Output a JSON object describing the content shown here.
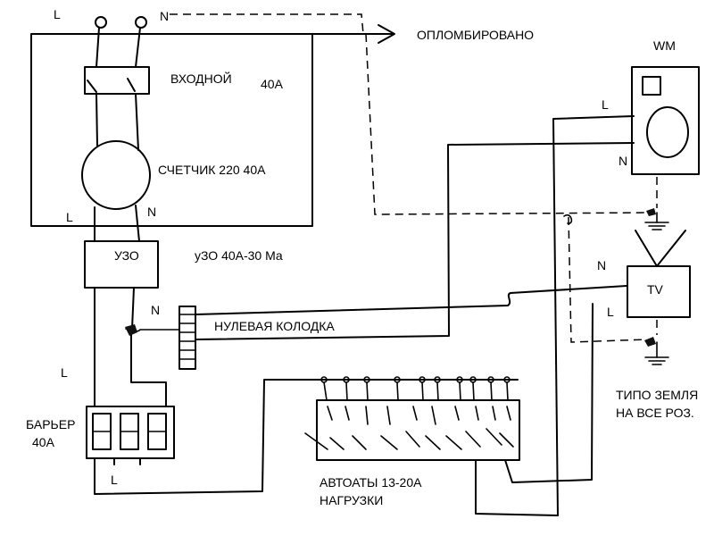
{
  "labels": {
    "top_l": "L",
    "top_n": "N",
    "sealed": "ОПЛОМБИРОВАНО",
    "input_switch": "ВХОДНОЙ",
    "input_rating": "40А",
    "meter": "СЧЕТЧИК 220 40А",
    "meter_l": "L",
    "meter_n": "N",
    "rcd_box": "УЗО",
    "rcd_spec": "уЗО 40А-30 Ма",
    "neutral_n": "N",
    "neutral_bar": "НУЛЕВАЯ КОЛОДКА",
    "left_l": "L",
    "barrier_line1": "БАРЬЕР",
    "barrier_line2": "40А",
    "bottom_l": "L",
    "breakers_line1": "АВТОАТЫ 13-20А",
    "breakers_line2": "НАГРУЗКИ",
    "wm": "WM",
    "wm_l": "L",
    "wm_n": "N",
    "tv": "TV",
    "tv_n": "N",
    "tv_l": "L",
    "ground_line1": "ТИПО ЗЕМЛЯ",
    "ground_line2": "НА ВСЕ РОЗ."
  }
}
